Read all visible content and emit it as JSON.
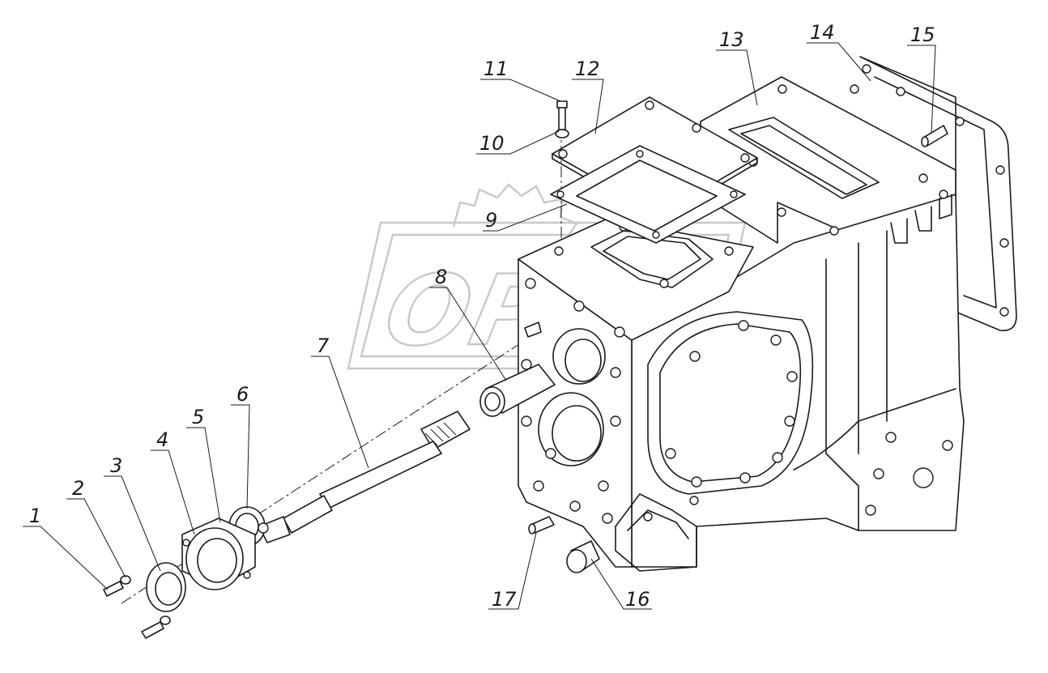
{
  "watermark": {
    "text": "OPEX"
  },
  "callouts": [
    "1",
    "2",
    "3",
    "4",
    "5",
    "6",
    "7",
    "8",
    "9",
    "10",
    "11",
    "12",
    "13",
    "14",
    "15",
    "16",
    "17"
  ]
}
